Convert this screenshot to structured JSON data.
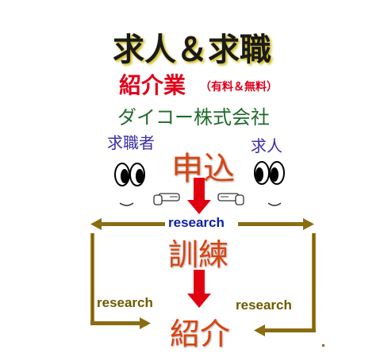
{
  "title": "求人＆求職",
  "subtitle": "紹介業",
  "subtitle_note": "（有料＆無料）",
  "company": "ダイコー株式会社",
  "left_label": "求職者",
  "right_label": "求人",
  "step_apply": "申込",
  "step_training": "訓練",
  "step_introduction": "紹介",
  "research_top": "research",
  "research_left": "research",
  "research_right": "research",
  "colors": {
    "title": "#1a1a1a",
    "title_shadow": "#c9b200",
    "subtitle": "#e0001b",
    "company": "#1f6b2a",
    "labels": "#3c2fa8",
    "steps": "#d94410",
    "arrow_red": "#e0000f",
    "arrow_gold": "#8a6d12",
    "research_blue": "#0b1fa7"
  },
  "icons": [
    "eyes-icon",
    "pointing-hand-icon"
  ]
}
